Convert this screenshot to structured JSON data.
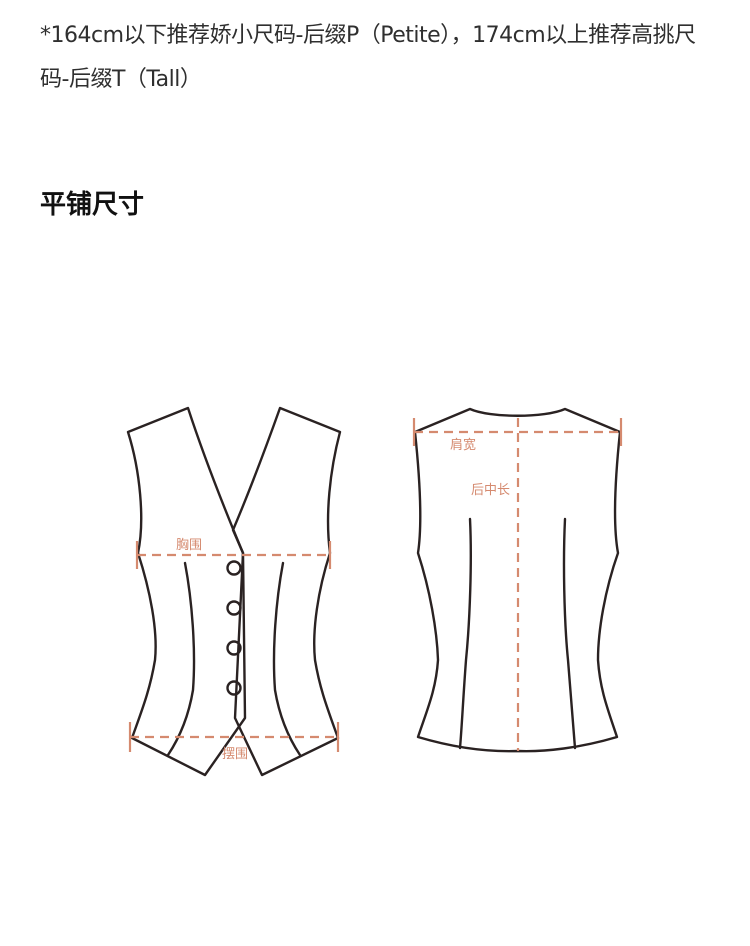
{
  "size_note": "*164cm以下推荐娇小尺码-后缀P（Petite），174cm以上推荐高挑尺码-后缀T（Tall）",
  "section_title": "平铺尺寸",
  "diagram": {
    "front_labels": {
      "chest": "胸围",
      "hem": "摆围"
    },
    "back_labels": {
      "shoulder_width": "肩宽",
      "back_length": "后中长"
    },
    "colors": {
      "outline": "#2a2222",
      "measure": "#d58a6f"
    }
  }
}
